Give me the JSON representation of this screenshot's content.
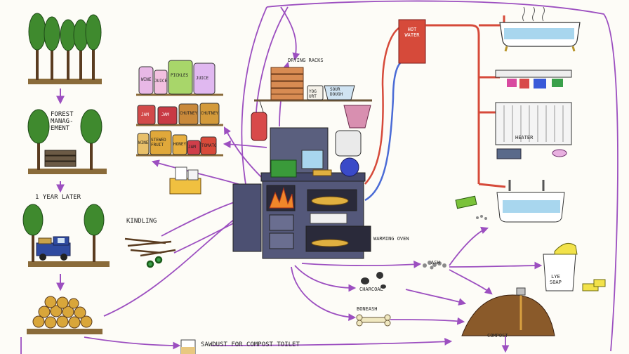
{
  "labels": {
    "forest_management": [
      "FOREST",
      "MANAG-",
      "EMENT"
    ],
    "one_year_later": "1 YEAR LATER",
    "kindling": "KINDLING",
    "drying_racks": "DRYING RACKS",
    "hot_water": [
      "HOT",
      "WATER"
    ],
    "heater": "HEATER",
    "warming_oven": "WARMING OVEN",
    "ash": "ASH",
    "charcoal": "CHARCOAL",
    "boneash": "BONEASH",
    "lye_soap": [
      "LYE",
      "SOAP"
    ],
    "compost": "COMPOST",
    "sawdust": "SAWDUST FOR COMPOST TOILET"
  },
  "jars": {
    "top": [
      "WINE",
      "JUICE",
      "PICKLES",
      "JUICE"
    ],
    "middle": [
      "JAM",
      "JAM",
      "CHUTNEY",
      "CHUTNEY"
    ],
    "bottom": [
      "WINE",
      "STEWED FRUIT",
      "HONEY",
      "JAM",
      "TOMATO"
    ]
  },
  "pantry": {
    "yogurt": "YOG URT",
    "sourdough": [
      "SOUR",
      "DOUGH"
    ]
  },
  "colors": {
    "flow_arrow": "#9c4fc0",
    "hot_pipe": "#d64a3a",
    "cold_pipe": "#4a6bd6",
    "stove": "#54587a",
    "tree": "#3f8a2e",
    "trunk": "#5a3c20",
    "ground": "#8a6b3a"
  }
}
